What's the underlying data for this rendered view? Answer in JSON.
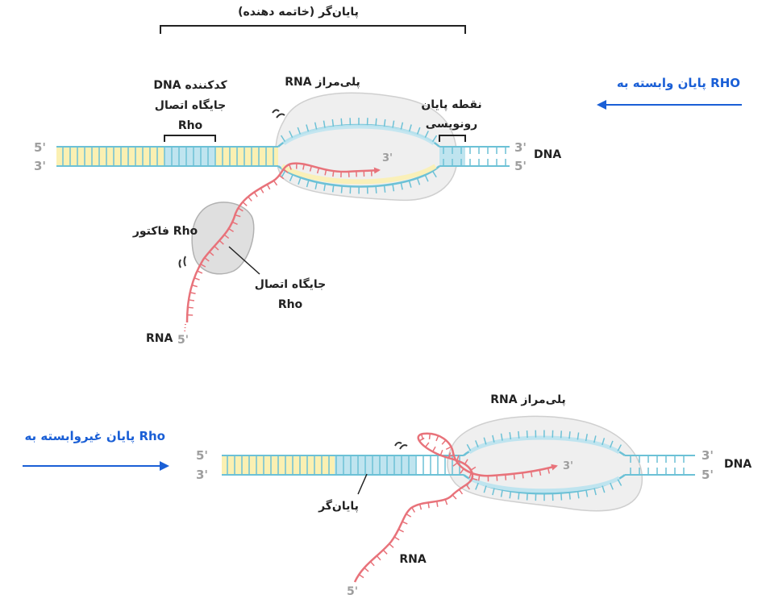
{
  "colors": {
    "dna_blue": "#6cc1d6",
    "fill_yellow": "#fbf0b2",
    "fill_blue": "#bfe4ef",
    "rna_red": "#e8727a",
    "polymerase_fill": "#efefef",
    "polymerase_stroke": "#cfcfcf",
    "accent_blue": "#1a5fd6",
    "text": "#222222",
    "prime_grey": "#9e9e9e"
  },
  "top": {
    "terminator_title": "پایان‌گر (خاتمه دهنده)",
    "rho_binding_dna_label": [
      "DNA کدکننده",
      "جایگاه اتصال",
      "Rho"
    ],
    "rna_polymerase_label": "RNA پلی‌مراز",
    "termination_point_label": [
      "نقطه پایان",
      "رونویسی"
    ],
    "rho_dependent_label": "پایان وابسته به RHO",
    "dna_label": "DNA",
    "rho_factor_label": "فاکتور Rho",
    "rna_binding_site_label": [
      "جایگاه اتصال",
      "Rho"
    ],
    "rna_label": "RNA",
    "ends": {
      "top_left": "5'",
      "bottom_left": "3'",
      "top_right": "3'",
      "bottom_right": "5'",
      "rna_3": "3'",
      "rna_5": "5'"
    }
  },
  "bottom": {
    "rna_polymerase_label": "RNA پلی‌مراز",
    "rho_independent_label": "پایان غیروابسته به Rho",
    "dna_label": "DNA",
    "terminator_label": "پایان‌گر",
    "rna_label": "RNA",
    "ends": {
      "top_left": "5'",
      "bottom_left": "3'",
      "top_right": "3'",
      "bottom_right": "5'",
      "rna_3": "3'",
      "rna_5": "5'"
    }
  },
  "icons": [
    "right-arrow-icon",
    "vibration-marks-icon"
  ]
}
